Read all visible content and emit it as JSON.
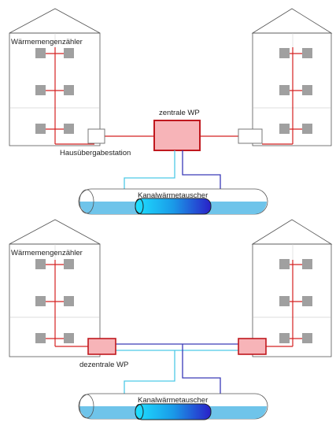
{
  "top_panel": {
    "label_heat_meter": "Wärmemengenzähler",
    "label_central_hp": "zentrale WP",
    "label_substation": "Hausübergabestation",
    "label_exchanger": "Kanalwärmetauscher"
  },
  "bottom_panel": {
    "label_heat_meter": "Wärmemengenzähler",
    "label_decentral_hp": "dezentrale WP",
    "label_exchanger": "Kanalwärmetauscher"
  },
  "colors": {
    "heating_pipe": "#d42020",
    "cold_pipe": "#4ec9e6",
    "warm_return_pipe": "#3a3ab8",
    "heat_pump_fill": "#f7b4b8",
    "heat_pump_border": "#c0181e",
    "window": "#a0a0a0",
    "water": "#6fc4ea",
    "building_outline": "#555555"
  }
}
